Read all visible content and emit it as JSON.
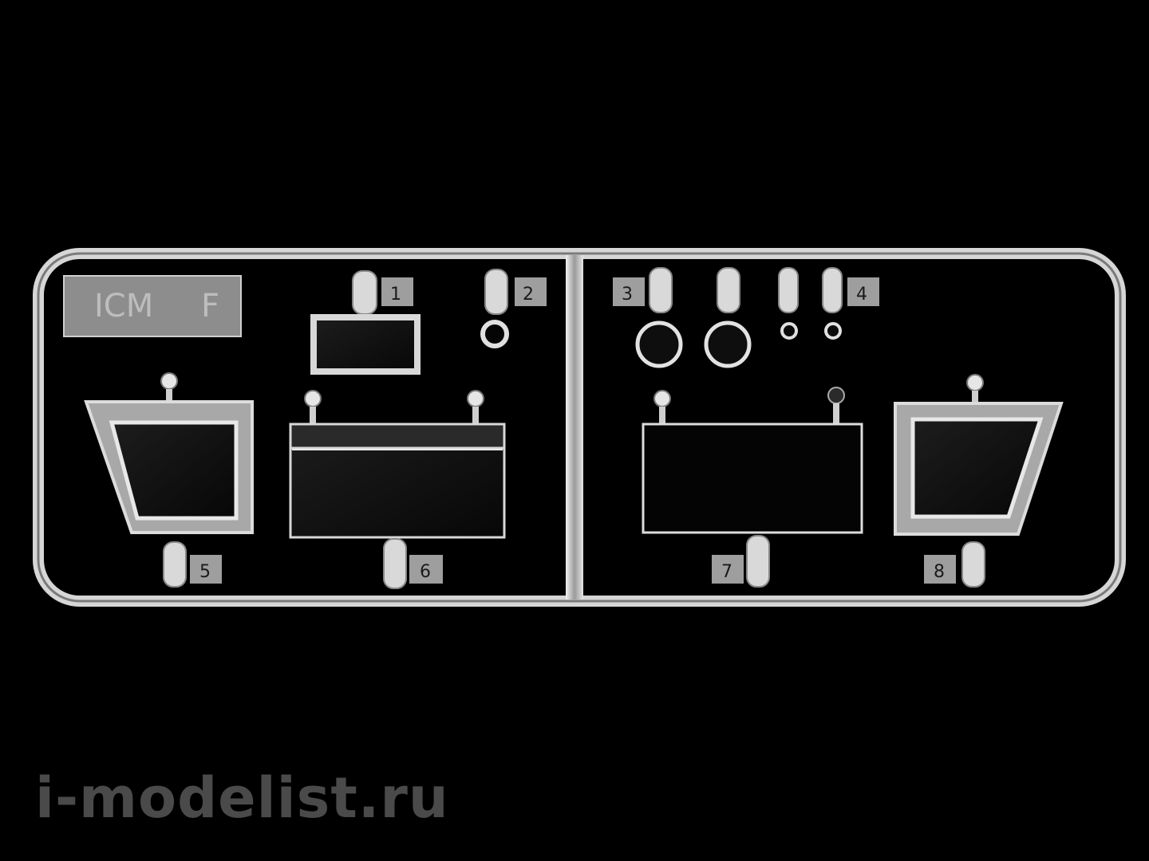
{
  "sprue": {
    "letter": "F",
    "brand": "ICM",
    "part_numbers": [
      "1",
      "2",
      "3",
      "4",
      "5",
      "6",
      "7",
      "8"
    ]
  },
  "watermark": "i-modelist.ru",
  "colors": {
    "background": "#000000",
    "plastic": "#c9c9c9",
    "glass_dark": "#111111",
    "watermark": "#4a4a4a"
  }
}
